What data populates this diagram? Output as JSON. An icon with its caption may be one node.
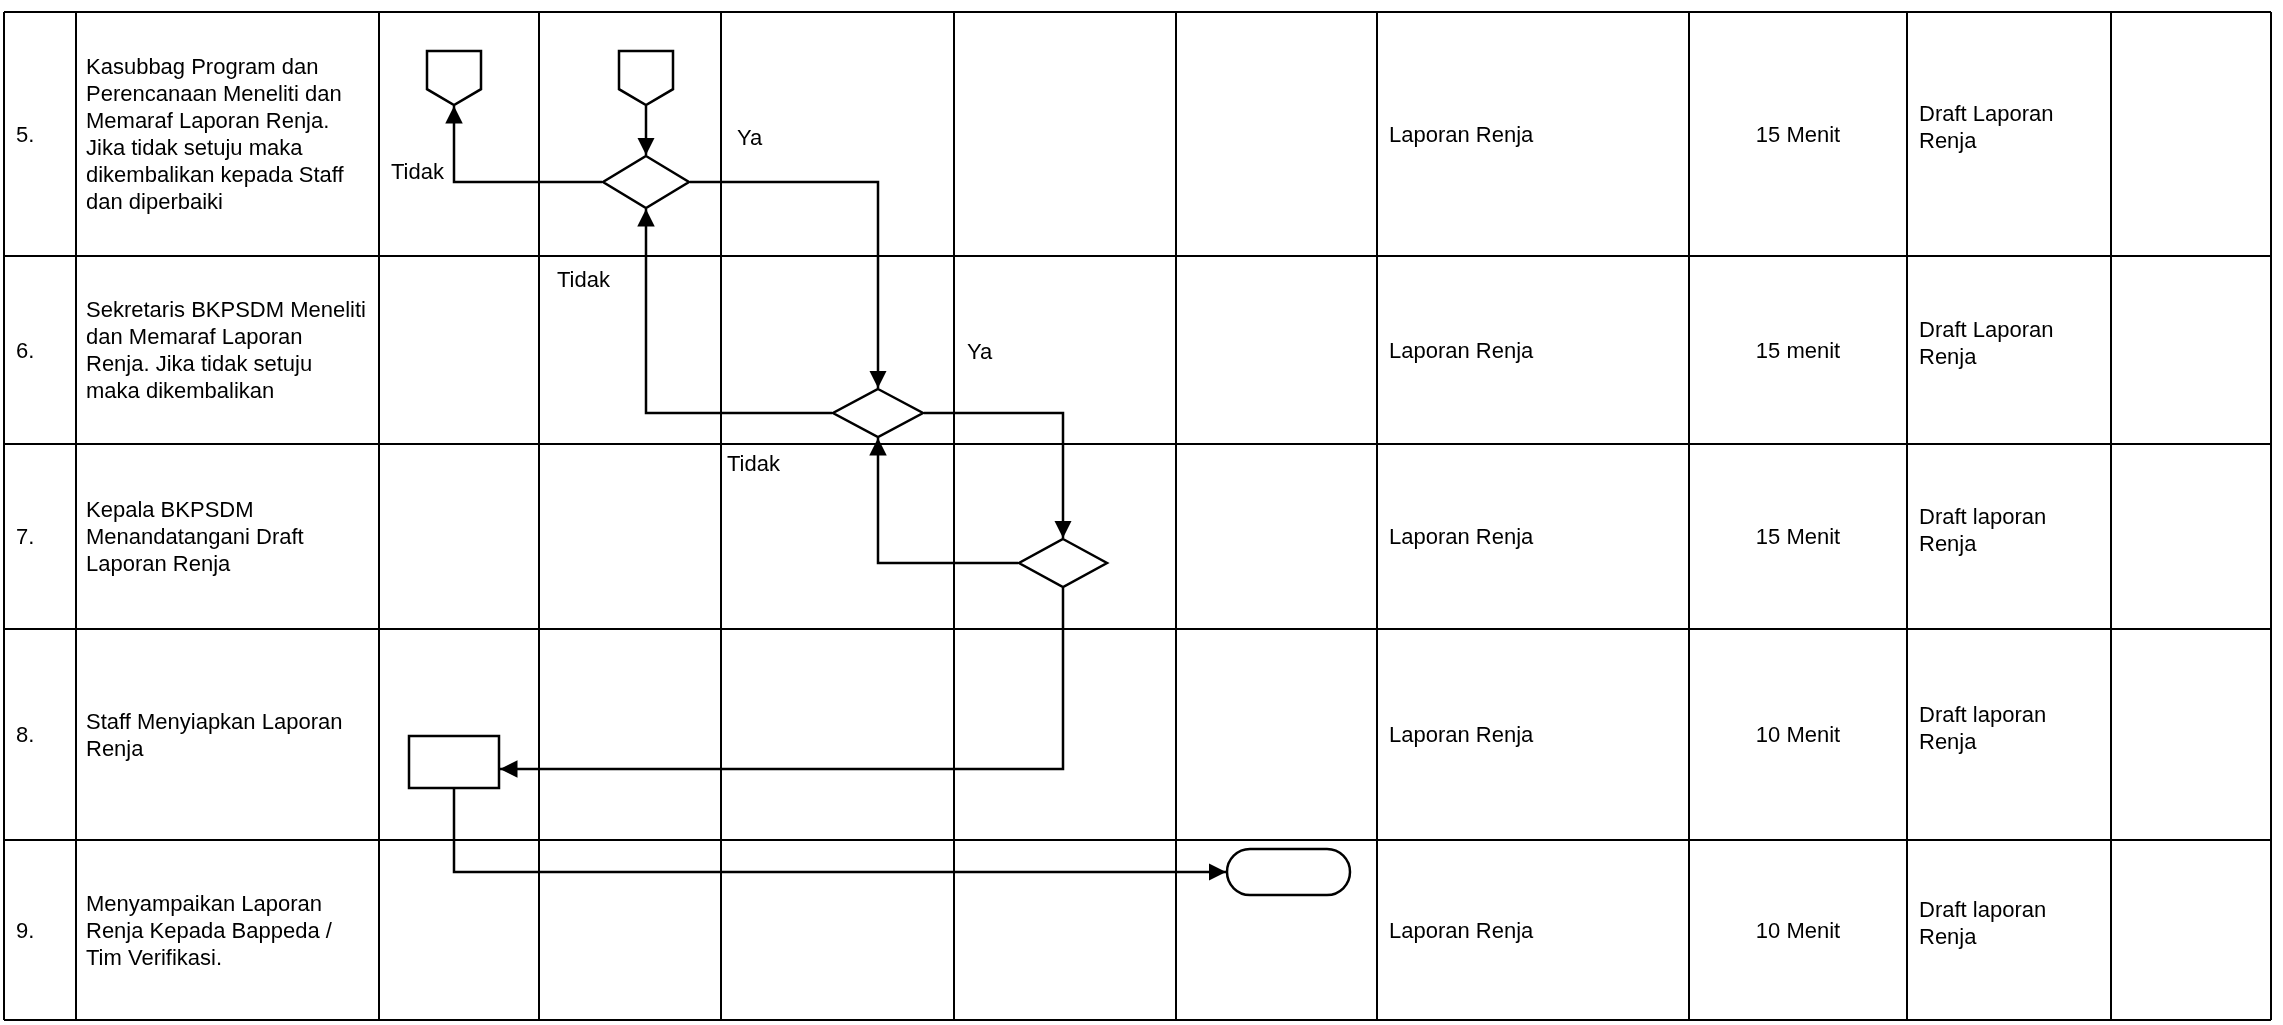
{
  "diagram": {
    "nodes": [
      {
        "text": [],
        "shape": "pentagon"
      },
      {
        "text": [],
        "shape": "pentagon"
      },
      {
        "text": [],
        "shape": "diamond"
      },
      {
        "text": [],
        "shape": "diamond"
      },
      {
        "text": [],
        "shape": "diamond"
      },
      {
        "text": [],
        "shape": "box"
      },
      {
        "text": [],
        "shape": "capsule"
      }
    ],
    "edges": [
      {
        "from": 1,
        "to": 2,
        "arrow": "to"
      },
      {
        "from": 2,
        "to": 0,
        "arrow": "to",
        "label": "Tidak"
      },
      {
        "from": 2,
        "to": 3,
        "arrow": "to",
        "label": "Ya"
      },
      {
        "from": 3,
        "to": 2,
        "arrow": "to",
        "label": "Tidak"
      },
      {
        "from": 3,
        "to": 4,
        "arrow": "to",
        "label": "Ya"
      },
      {
        "from": 4,
        "to": 3,
        "arrow": "to",
        "label": "Tidak"
      },
      {
        "from": 4,
        "to": 5,
        "arrow": "to"
      },
      {
        "from": 5,
        "to": 6,
        "arrow": "to"
      }
    ],
    "labels": [
      "5.",
      "Kasubbag Program dan Perencanaan Meneliti dan Memaraf Laporan Renja. Jika tidak setuju maka dikembalikan kepada Staff dan diperbaiki",
      "Laporan Renja",
      "15 Menit",
      "Draft Laporan Renja",
      "6.",
      "Sekretaris BKPSDM Meneliti dan Memaraf Laporan Renja. Jika tidak setuju maka dikembalikan",
      "Laporan Renja",
      "15 menit",
      "Draft Laporan Renja",
      "7.",
      "Kepala BKPSDM Menandatangani Draft Laporan Renja",
      "Laporan Renja",
      "15 Menit",
      "Draft laporan Renja",
      "8.",
      "Staff Menyiapkan Laporan Renja",
      "Laporan Renja",
      "10 Menit",
      "Draft laporan Renja",
      "9.",
      "Menyampaikan Laporan Renja Kepada Bappeda / Tim Verifikasi.",
      "Laporan Renja",
      "10 Menit",
      "Draft laporan Renja"
    ]
  }
}
